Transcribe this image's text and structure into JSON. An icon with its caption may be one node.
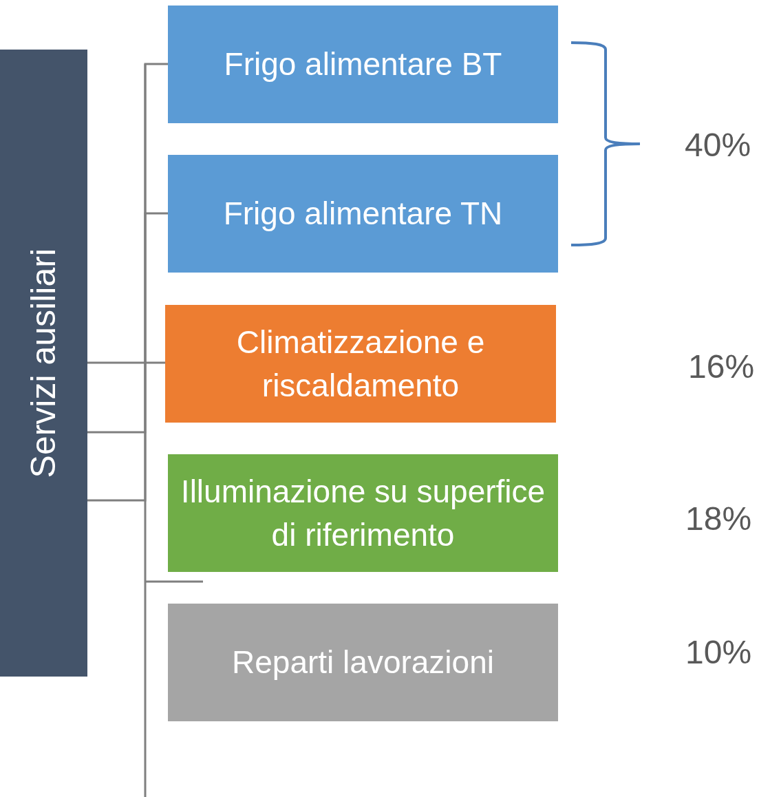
{
  "diagram": {
    "nodes": [
      {
        "text": [
          "Servizi ausiliari"
        ]
      },
      {
        "text": [
          "Frigo alimentare BT"
        ]
      },
      {
        "text": [
          "Frigo alimentare TN"
        ]
      },
      {
        "text": [
          "Climatizzazione e riscaldamento"
        ]
      },
      {
        "text": [
          "Illuminazione su superfice di riferimento"
        ]
      },
      {
        "text": [
          "Reparti lavorazioni"
        ]
      }
    ],
    "edges": [
      {
        "from": 0,
        "to": 1,
        "arrow": "none"
      },
      {
        "from": 0,
        "to": 2,
        "arrow": "none"
      },
      {
        "from": 0,
        "to": 3,
        "arrow": "none"
      }
    ],
    "labels": [
      "40%",
      "16%",
      "18%",
      "10%"
    ]
  }
}
